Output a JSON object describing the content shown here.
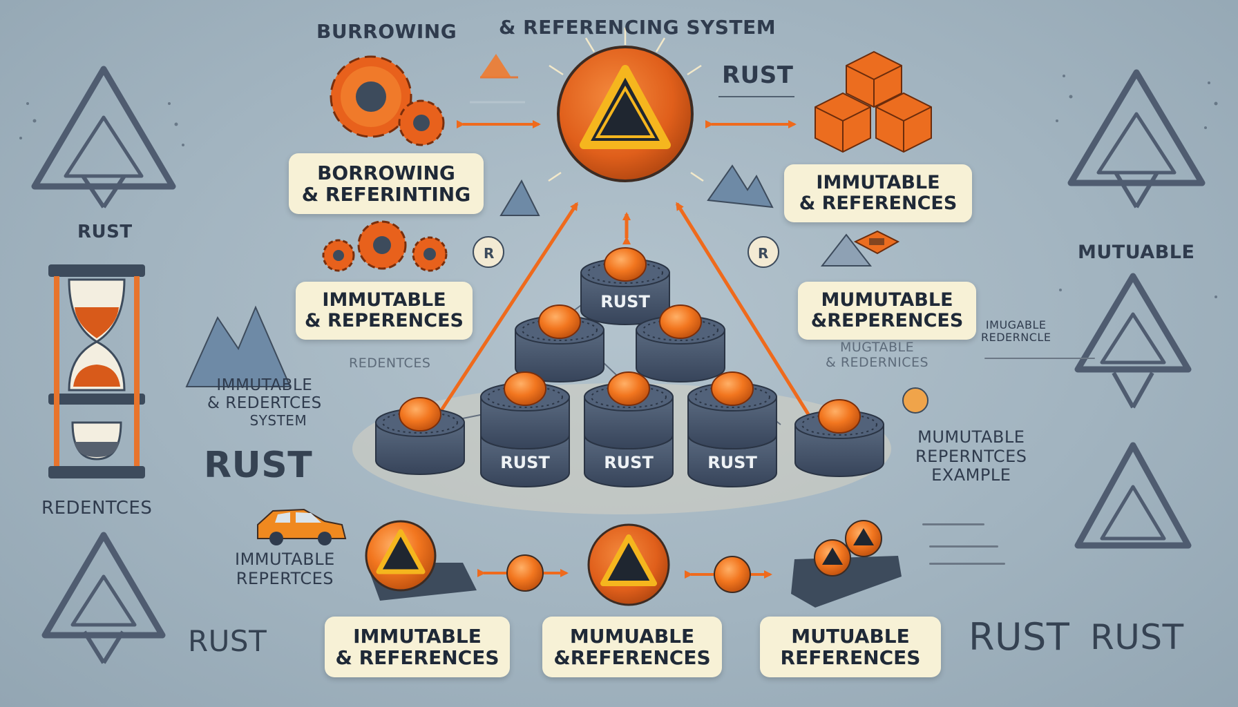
{
  "colors": {
    "background": "#a2b4c0",
    "accent_orange": "#f0741f",
    "dark_slate": "#3d4b5c",
    "triangle_stroke": "#4f5c70",
    "label_fill": "#f7f1d6"
  },
  "icons": [
    "rust-triangle-logo-icon",
    "gear-icon",
    "hourglass-icon",
    "car-icon",
    "orange-cube-icon",
    "mountain-icon",
    "triangle-symbol-icon",
    "rust-button-node-icon"
  ],
  "header": {
    "left": "BURROWING",
    "right": "& REFERENCING SYSTEM",
    "rust": "RUST"
  },
  "labels": {
    "top_left": {
      "line1": "BORROWING",
      "line2": "& REFERINTING"
    },
    "mid_left": {
      "line1": "IMMUTABLE",
      "line2": "& REPERENCES"
    },
    "top_right": {
      "line1": "IMMUTABLE",
      "line2": "& REFERENCES"
    },
    "mid_right": {
      "line1": "MUMUTABLE",
      "line2": "&REPERENCES"
    },
    "bottom_left": {
      "line1": "IMMUTABLE",
      "line2": "& REFERENCES"
    },
    "bottom_center": {
      "line1": "MUMUABLE",
      "line2": "&REFERENCES"
    },
    "bottom_right": {
      "line1": "MUTUABLE",
      "line2": "REFERENCES"
    }
  },
  "left_column": {
    "rust_top": "RUST",
    "redentces_faded": "REDENTCES",
    "immutable_block": {
      "line1": "IMMUTABLE",
      "line2": "& REDERTCES",
      "line3": "SYSTEM"
    },
    "rust_big": "RUST",
    "redentces": "REDENTCES",
    "immutable_refs": {
      "line1": "IMMUTABLE",
      "line2": "REPERTCES"
    },
    "rust_bottom": "RUST"
  },
  "right_column": {
    "mutuable": "MUTUABLE",
    "imugable": {
      "line1": "IMUGABLE",
      "line2": "REDERNCLE"
    },
    "mugtable_faded": {
      "line1": "MUGTABLE",
      "line2": "& REDERNICES"
    },
    "example": {
      "line1": "MUMUTABLE",
      "line2": "REPERNTCES",
      "line3": "EXAMPLE"
    },
    "rust_bottom_1": "RUST",
    "rust_bottom_2": "RUST"
  },
  "nodes": {
    "top_label": "RUST",
    "bottom_labels": [
      "RUST",
      "RUST",
      "RUST"
    ]
  }
}
